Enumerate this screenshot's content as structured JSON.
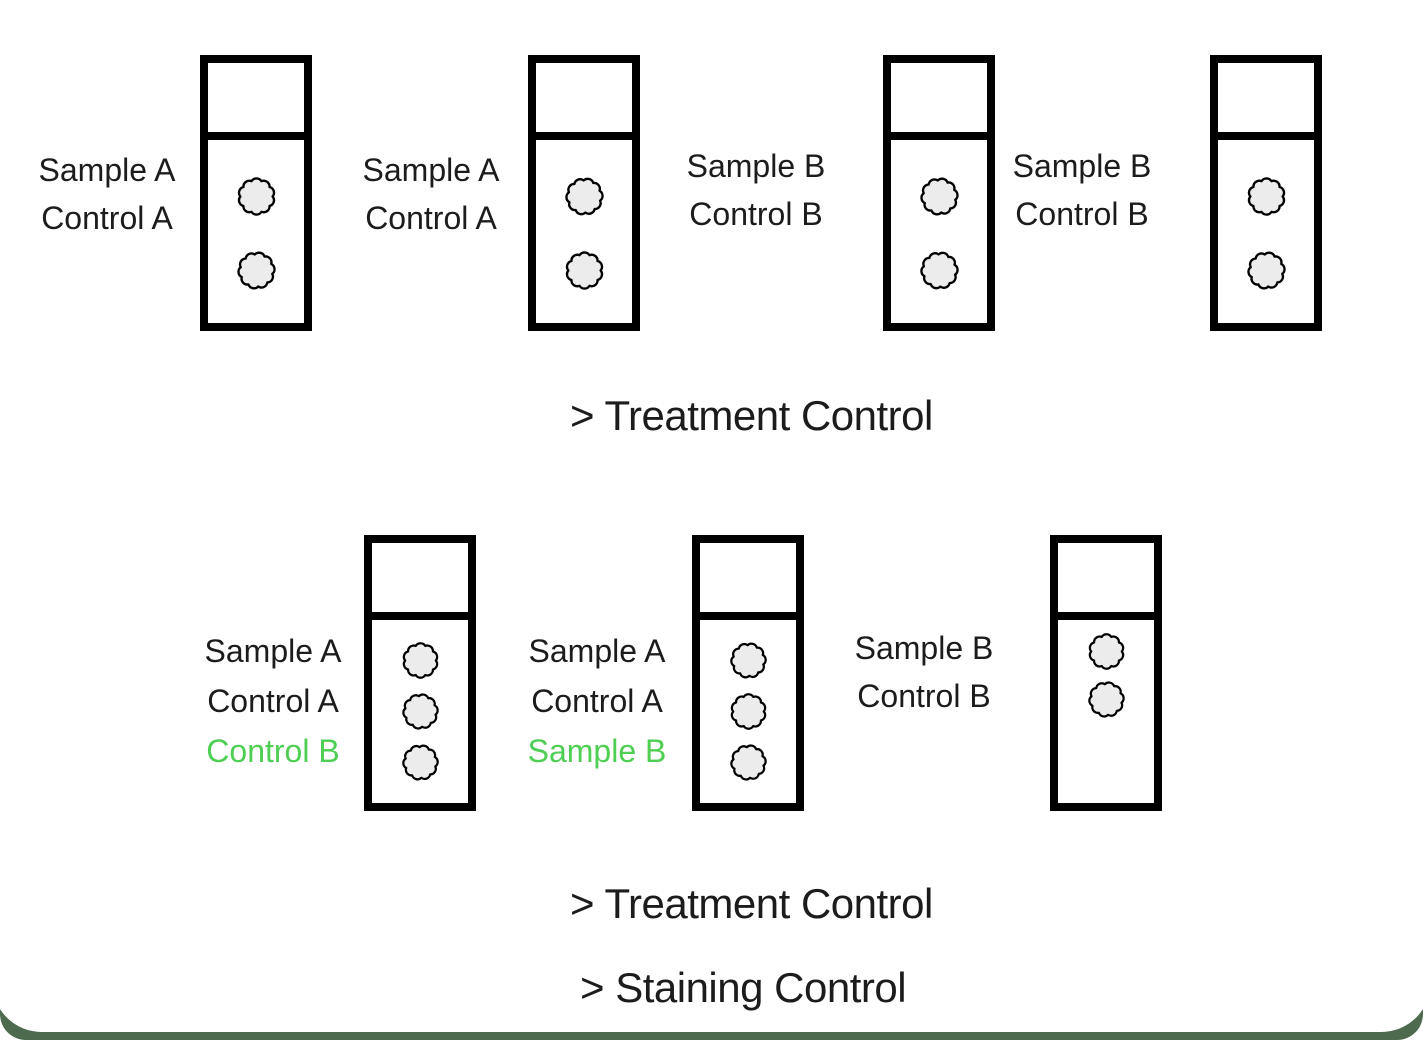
{
  "colors": {
    "backdrop_green": "#4d6a4f",
    "surface_white": "#ffffff",
    "text_black": "#1c1c1c",
    "highlight_green": "#4ecf53",
    "slide_outline": "#000000",
    "cell_fill": "#ececec"
  },
  "top_section": {
    "groups": [
      {
        "labels": [
          {
            "text": "Sample A"
          },
          {
            "text": "Control A"
          }
        ],
        "cell_spots": 2
      },
      {
        "labels": [
          {
            "text": "Sample A"
          },
          {
            "text": "Control A"
          }
        ],
        "cell_spots": 2
      },
      {
        "labels": [
          {
            "text": "Sample B"
          },
          {
            "text": "Control B"
          }
        ],
        "cell_spots": 2
      },
      {
        "labels": [
          {
            "text": "Sample B"
          },
          {
            "text": "Control B"
          }
        ],
        "cell_spots": 2
      }
    ],
    "caption": "> Treatment Control"
  },
  "bottom_section": {
    "groups": [
      {
        "labels": [
          {
            "text": "Sample A"
          },
          {
            "text": "Control A"
          },
          {
            "text": "Control B",
            "highlight": true
          }
        ],
        "cell_spots": 3
      },
      {
        "labels": [
          {
            "text": "Sample A"
          },
          {
            "text": "Control A"
          },
          {
            "text": "Sample B",
            "highlight": true
          }
        ],
        "cell_spots": 3
      },
      {
        "labels": [
          {
            "text": "Sample B"
          },
          {
            "text": "Control B"
          }
        ],
        "cell_spots": 2
      }
    ],
    "captions": [
      "> Treatment Control",
      "> Staining Control"
    ]
  }
}
